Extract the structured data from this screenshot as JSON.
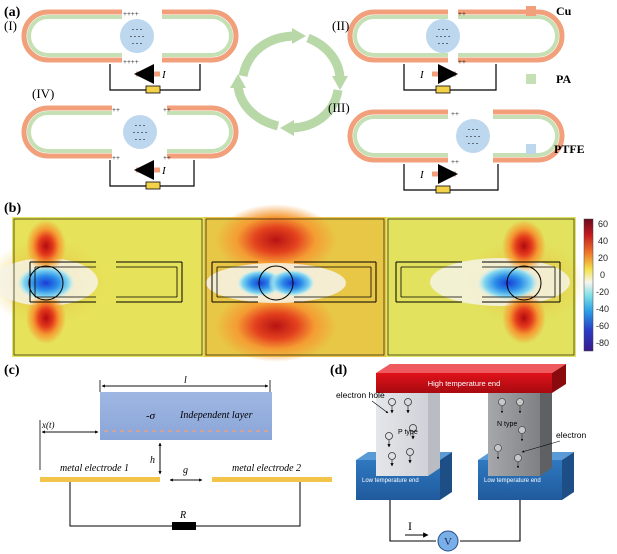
{
  "panel_a": {
    "label": "(a)",
    "stages": [
      "(I)",
      "(II)",
      "(III)",
      "(IV)"
    ],
    "current_symbol": "I",
    "legend": [
      {
        "label": "Cu",
        "color": "#f2a07b"
      },
      {
        "label": "PA",
        "color": "#c5e0b4"
      },
      {
        "label": "PTFE",
        "color": "#bdd7ee"
      }
    ]
  },
  "panel_b": {
    "label": "(b)",
    "colorbar_ticks": [
      "60",
      "40",
      "20",
      "0",
      "-20",
      "-40",
      "-60",
      "-80"
    ]
  },
  "panel_c": {
    "label": "(c)",
    "sym_l": "l",
    "sym_x": "x(t)",
    "sym_sigma": "-σ",
    "layer_name": "Independent layer",
    "sym_h": "h",
    "sym_g": "g",
    "electrode_1": "metal electrode 1",
    "electrode_2": "metal electrode 2",
    "sym_R": "R"
  },
  "panel_d": {
    "label": "(d)",
    "top_label": "High temperature end",
    "hole_label": "electron hole",
    "p_label": "P type",
    "n_label": "N type",
    "electron_label": "electron",
    "low_left": "Low temperature end",
    "low_right": "Low temperature end",
    "current_symbol": "I",
    "meter_symbol": "V"
  }
}
